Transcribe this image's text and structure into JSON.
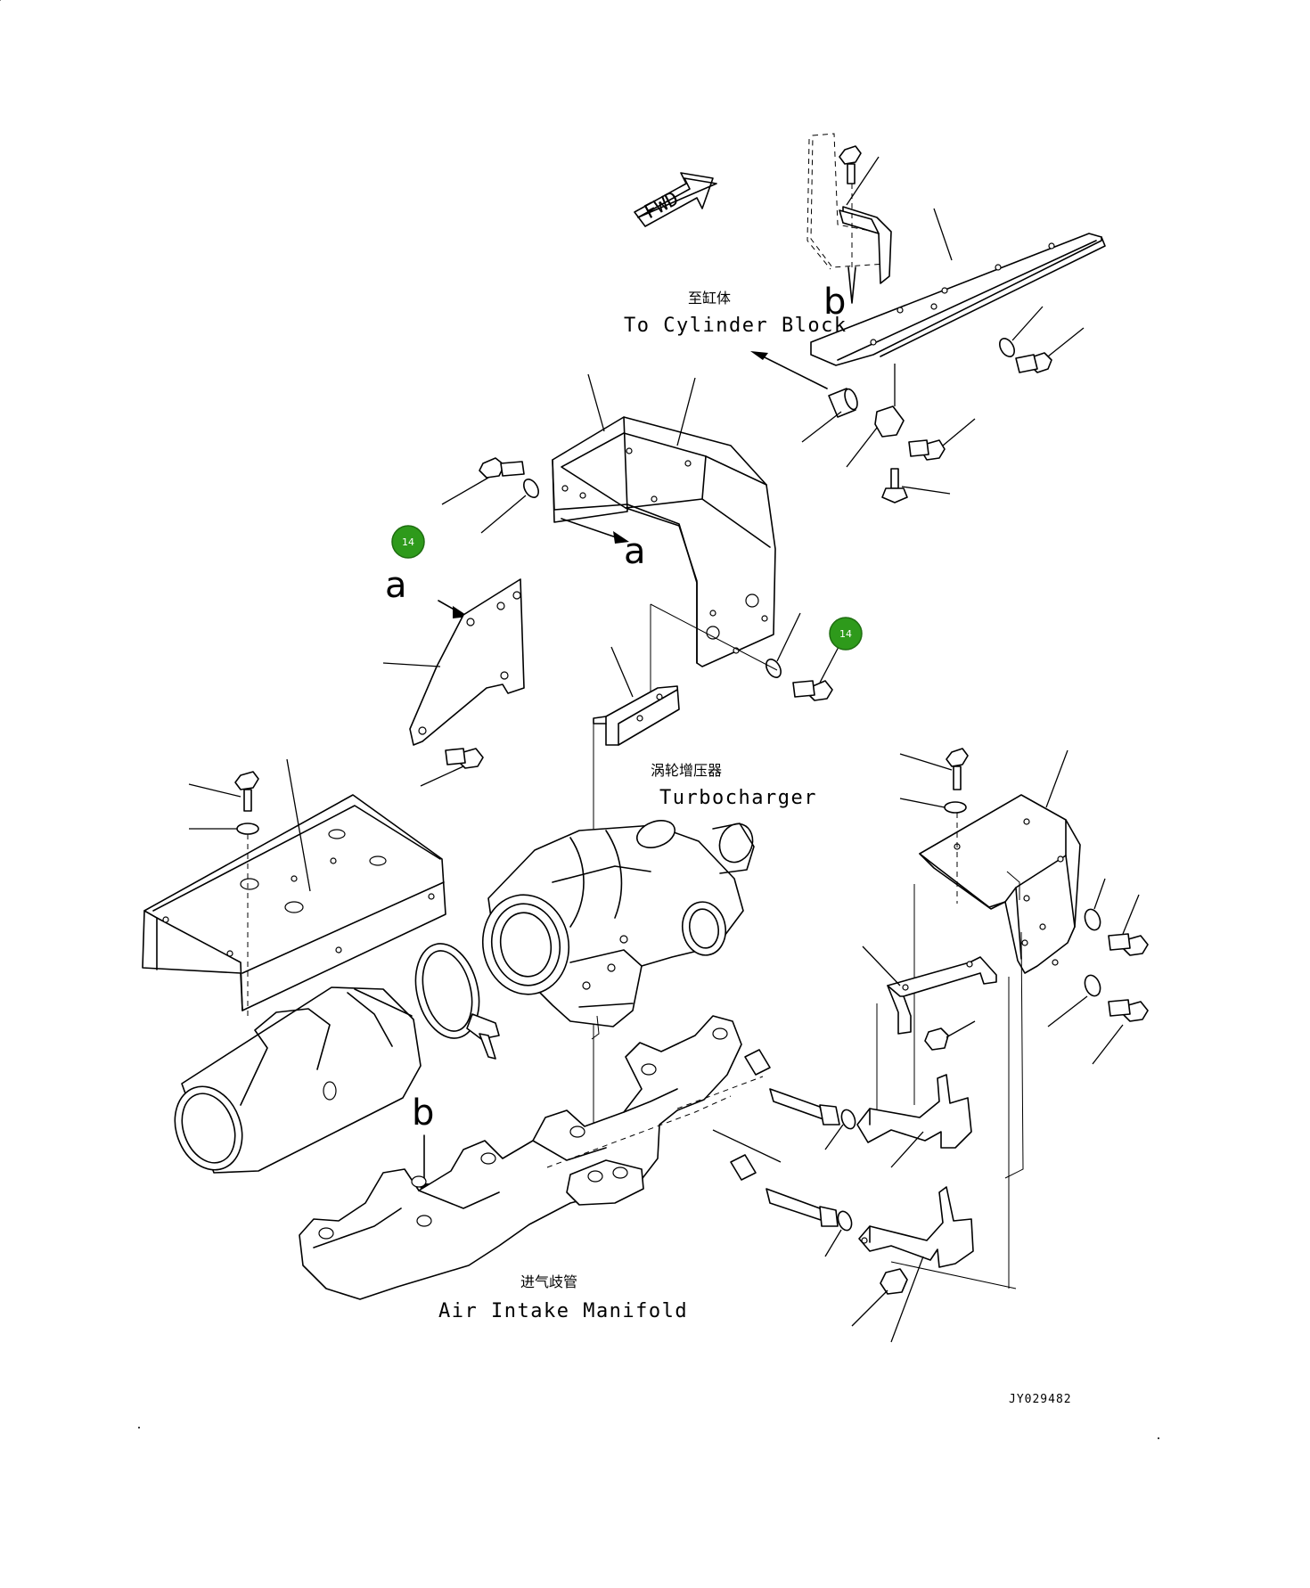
{
  "labels": {
    "cylinder_block_cn": "至缸体",
    "cylinder_block_en": "To Cylinder Block",
    "turbocharger_cn": "涡轮增压器",
    "turbocharger_en": "Turbocharger",
    "manifold_cn": "进气歧管",
    "manifold_en": "Air Intake Manifold"
  },
  "direction": {
    "fwd": "FWD"
  },
  "references": {
    "a": "a",
    "b": "b"
  },
  "badges": [
    "14",
    "14"
  ],
  "drawing_code": "JY029482",
  "colors": {
    "badge": "#2e9a1b",
    "line": "#000000",
    "background": "#ffffff"
  },
  "icons": [
    "forward-arrow-icon",
    "callout-badge-icon"
  ]
}
